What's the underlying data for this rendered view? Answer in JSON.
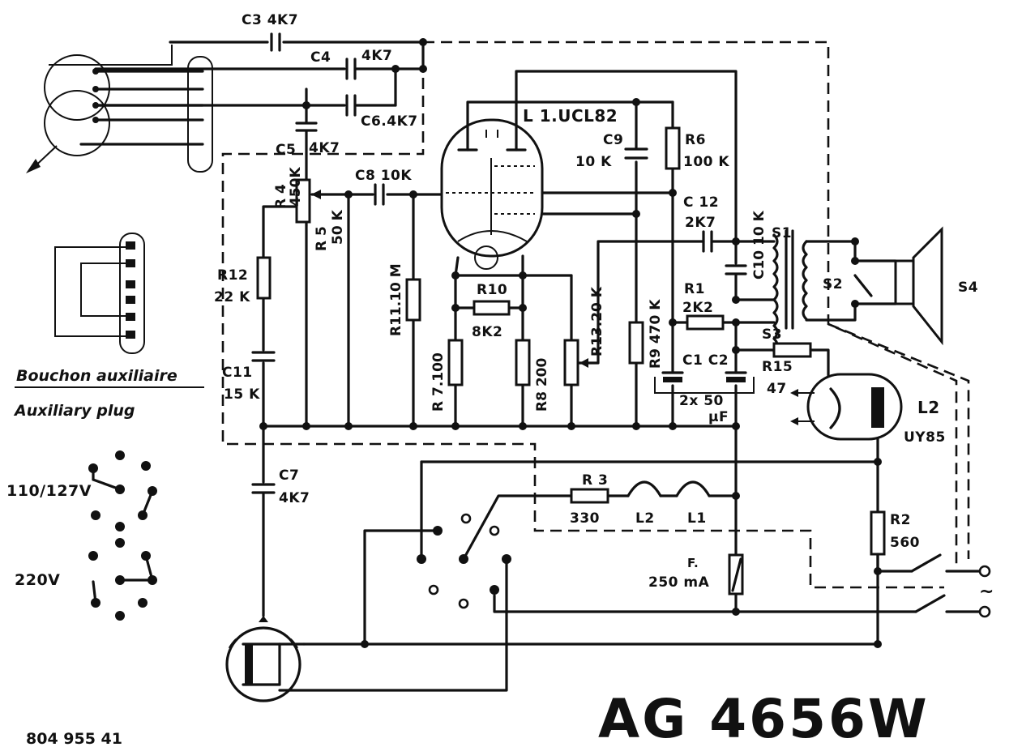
{
  "model": "AG 4656W",
  "document_ref": "804 955 41",
  "plug": {
    "title": "Bouchon auxiliaire",
    "subtitle": "Auxiliary plug"
  },
  "voltages": {
    "v110": "110/127V",
    "v220": "220V"
  },
  "tubes": {
    "l1": {
      "label": "L 1.UCL82"
    },
    "l2": {
      "label": "L2",
      "type": "UY85"
    }
  },
  "capacitors": {
    "c3": "C3 4K7",
    "c4": "C4",
    "c4_val": "4K7",
    "c5": "C5",
    "c5_val": "4K7",
    "c6": "C6.4K7",
    "c7": "C7",
    "c7_val": "4K7",
    "c8": "C8 10K",
    "c9": "C9",
    "c9_val": "10 K",
    "c10": "C10 10 K",
    "c11": "C11",
    "c11_val": "15 K",
    "c12": "C 12",
    "c12_val": "2K7",
    "c1c2": "C1 C2",
    "c1c2_val": "2x 50",
    "c1c2_unit": "µF"
  },
  "resistors": {
    "r1": "R1",
    "r1_val": "2K2",
    "r2": "R2",
    "r2_val": "560",
    "r3": "R 3",
    "r3_val": "330",
    "r4": "R 4",
    "r4_val": "450K",
    "r5": "R 5",
    "r5_val": "50 K",
    "r6": "R6",
    "r6_val": "100 K",
    "r7": "R 7.100",
    "r8": "R8 200",
    "r9": "R9 470 K",
    "r10": "R10",
    "r10_val": "8K2",
    "r11": "R11.10 M",
    "r12": "R12",
    "r12_val": "22 K",
    "r13": "R13.20 K",
    "r15": "R15",
    "r15_val": "47"
  },
  "heaters": {
    "l2": "L2",
    "l1": "L1"
  },
  "fuse": {
    "label": "F.",
    "value": "250 mA"
  },
  "switches": {
    "s1": "S1",
    "s2": "S2",
    "s3": "S3",
    "s4": "S4"
  },
  "mains_symbol": "~"
}
